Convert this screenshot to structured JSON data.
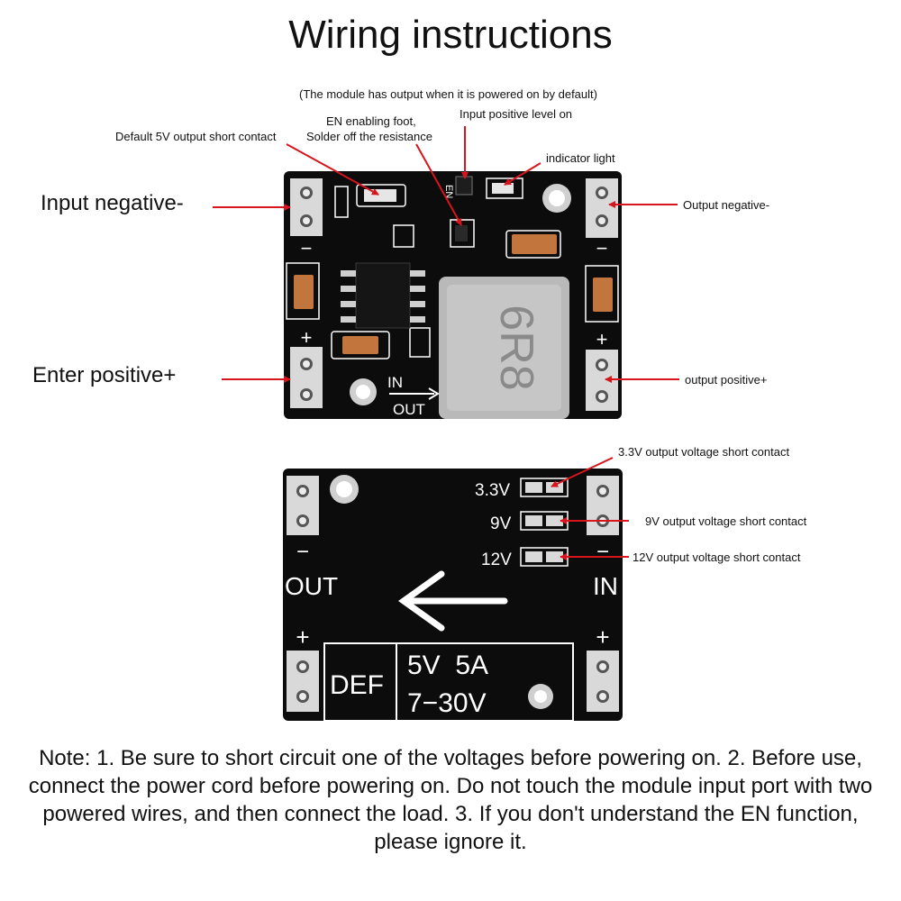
{
  "title": "Wiring instructions",
  "top_board": {
    "labels": {
      "module_note": "(The module has output when it is powered on by default)",
      "en_foot": "EN enabling foot,",
      "solder_off": "Solder off the resistance",
      "input_positive_level": "Input positive level on",
      "default_5v": "Default 5V output short contact",
      "indicator_light": "indicator light",
      "input_negative": "Input negative-",
      "output_negative": "Output negative-",
      "enter_positive": "Enter positive+",
      "output_positive": "output positive+"
    },
    "silkscreen": {
      "minus_left": "−",
      "minus_right": "−",
      "plus_left": "+",
      "plus_right": "+",
      "in": "IN",
      "out": "OUT",
      "en": "EN",
      "inductor": "6R8"
    }
  },
  "bottom_board": {
    "labels": {
      "v33_contact": "3.3V output voltage short contact",
      "v9_contact": "9V output voltage short contact",
      "v12_contact": "12V output voltage short contact"
    },
    "silkscreen": {
      "v33": "3.3V",
      "v9": "9V",
      "v12": "12V",
      "out": "OUT",
      "in": "IN",
      "minus_left": "−",
      "minus_right": "−",
      "plus_left": "+",
      "plus_right": "+",
      "def": "DEF",
      "rating": "5V  5A",
      "range": "7−30V"
    }
  },
  "note": "Note: 1. Be sure to short circuit one of the voltages before powering on. 2. Before use, connect the power cord before powering on. Do not touch the module input port with two powered wires, and then connect the load. 3. If you don't understand the EN function, please ignore it.",
  "colors": {
    "pcb": "#0c0c0c",
    "arrow": "#d8141c",
    "pad": "#d9d9d9",
    "inductor": "#b9b9b9",
    "capacitor": "#c2763e"
  }
}
